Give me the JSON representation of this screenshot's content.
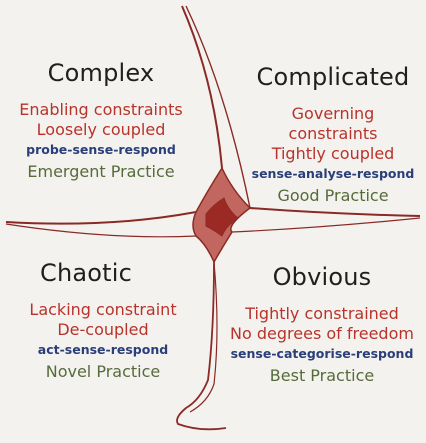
{
  "colors": {
    "background": "#f4f2ee",
    "line": "#8a2a26",
    "centre_fill": "#a8312b",
    "text_red": "#b8332b",
    "text_blue": "#2a3e7a",
    "text_green": "#556b3a"
  },
  "quadrants": {
    "complex": {
      "title": "Complex",
      "constraint": "Enabling constraints",
      "coupling": "Loosely coupled",
      "approach": "probe-sense-respond",
      "practice": "Emergent Practice"
    },
    "complicated": {
      "title": "Complicated",
      "constraint": "Governing constraints",
      "coupling": "Tightly coupled",
      "approach": "sense-analyse-respond",
      "practice": "Good Practice"
    },
    "chaotic": {
      "title": "Chaotic",
      "constraint": "Lacking constraint",
      "coupling": "De-coupled",
      "approach": "act-sense-respond",
      "practice": "Novel Practice"
    },
    "obvious": {
      "title": "Obvious",
      "constraint": "Tightly constrained",
      "coupling": "No degrees of freedom",
      "approach": "sense-categorise-respond",
      "practice": "Best Practice"
    }
  }
}
